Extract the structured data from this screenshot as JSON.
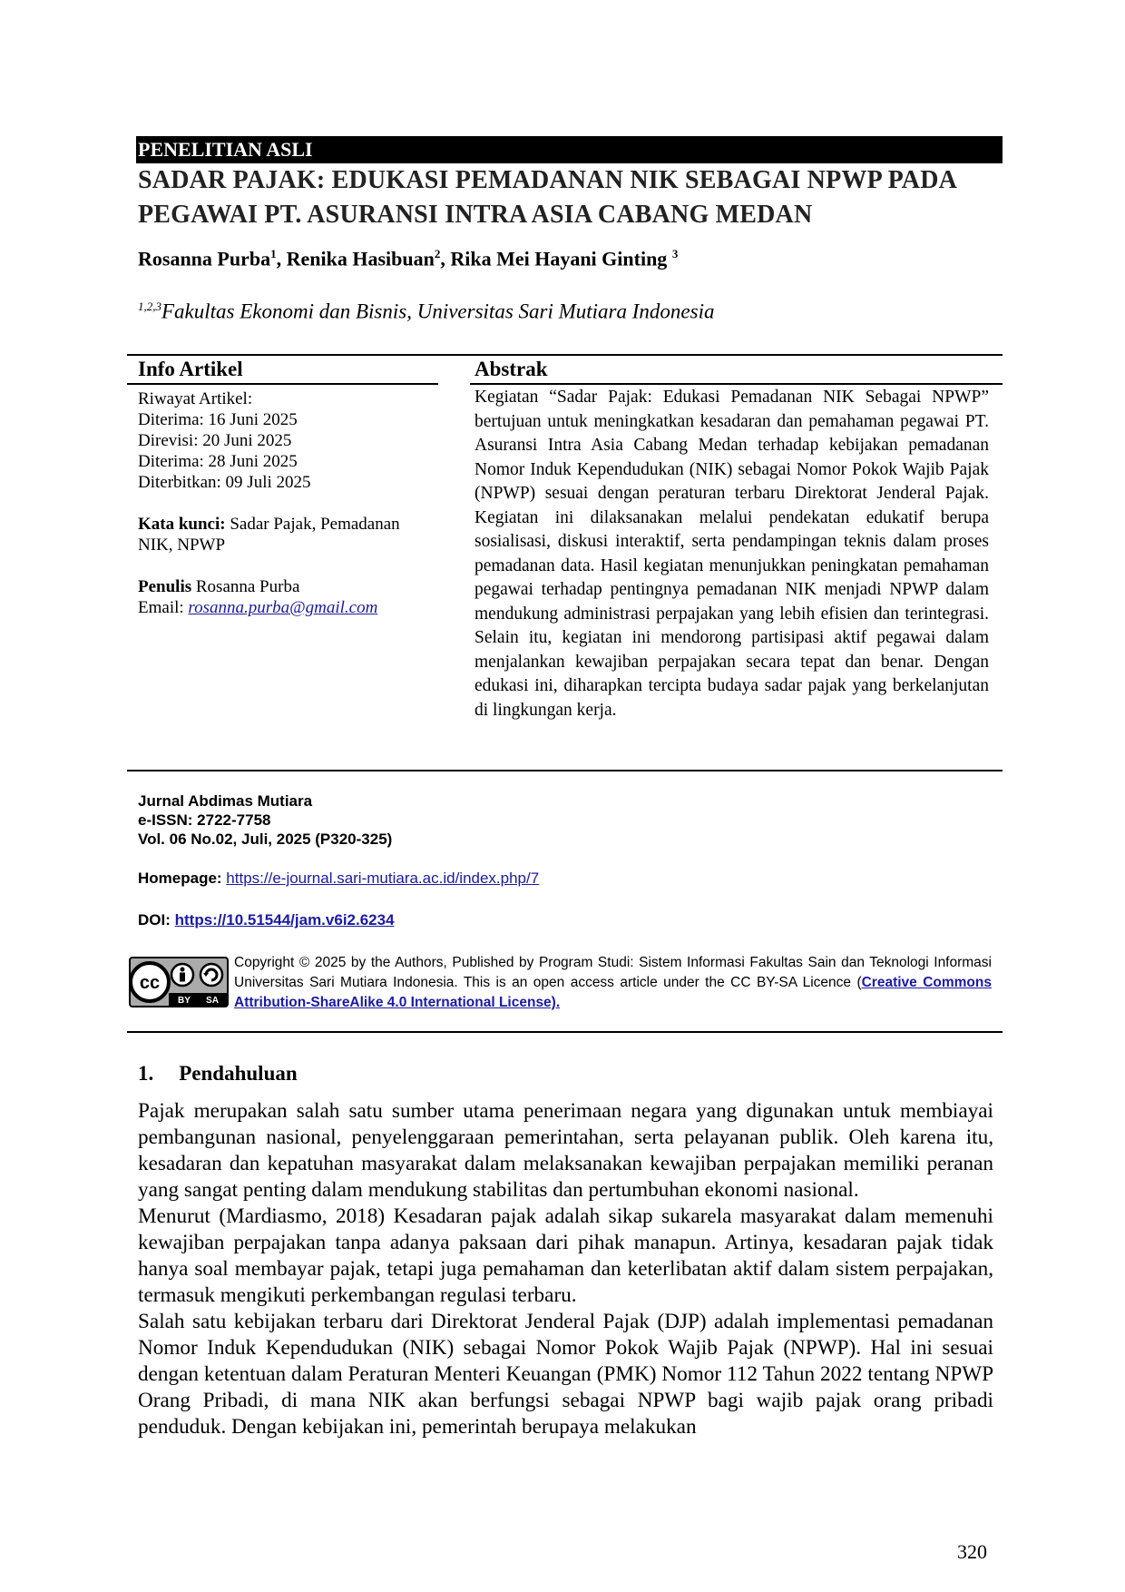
{
  "header": {
    "banner": "PENELITIAN ASLI",
    "title": "SADAR PAJAK: EDUKASI PEMADANAN NIK SEBAGAI NPWP PADA PEGAWAI PT. ASURANSI INTRA ASIA CABANG MEDAN"
  },
  "authors": [
    {
      "name": "Rosanna Purba",
      "sup": "1",
      "sep": ", "
    },
    {
      "name": "Renika Hasibuan",
      "sup": "2",
      "sep": ", "
    },
    {
      "name": "Rika Mei Hayani Ginting ",
      "sup": "3",
      "sep": ""
    }
  ],
  "affiliation": {
    "sup": "1,2,3",
    "text": "Fakultas Ekonomi dan Bisnis, Universitas Sari Mutiara Indonesia"
  },
  "info": {
    "heading": "Info Artikel",
    "history_label": "Riwayat Artikel:",
    "dates": [
      "Diterima: 16 Juni 2025",
      "Direvisi: 20 Juni 2025",
      "Diterima: 28 Juni 2025",
      "Diterbitkan: 09 Juli 2025"
    ],
    "keywords_label": "Kata kunci:",
    "keywords": " Sadar Pajak, Pemadanan NIK, NPWP",
    "writer_label": "Penulis",
    "writer": " Rosanna Purba",
    "email_label": "Email: ",
    "email": "rosanna.purba@gmail.com"
  },
  "abstract": {
    "heading": "Abstrak",
    "text": "Kegiatan “Sadar Pajak: Edukasi Pemadanan NIK Sebagai NPWP” bertujuan untuk meningkatkan kesadaran dan pemahaman pegawai PT. Asuransi Intra Asia Cabang Medan terhadap kebijakan pemadanan Nomor Induk Kependudukan (NIK) sebagai Nomor Pokok Wajib Pajak (NPWP) sesuai dengan peraturan terbaru Direktorat Jenderal Pajak. Kegiatan ini dilaksanakan melalui pendekatan edukatif berupa sosialisasi, diskusi interaktif, serta pendampingan teknis dalam proses pemadanan data. Hasil kegiatan menunjukkan peningkatan pemahaman pegawai terhadap pentingnya pemadanan NIK menjadi NPWP dalam mendukung administrasi perpajakan yang lebih efisien dan terintegrasi. Selain itu, kegiatan ini mendorong partisipasi aktif pegawai dalam menjalankan kewajiban perpajakan secara tepat dan benar. Dengan edukasi ini, diharapkan tercipta budaya sadar pajak yang berkelanjutan di lingkungan kerja."
  },
  "journal": {
    "name": "Jurnal Abdimas Mutiara",
    "issn": "e-ISSN: 2722-7758",
    "volume": "Vol. 06 No.02,  Juli, 2025 (P320-325)",
    "homepage_label": "Homepage: ",
    "homepage": "https://e-journal.sari-mutiara.ac.id/index.php/7",
    "doi_label": "DOI: ",
    "doi": "https://10.51544/jam.v6i2.6234"
  },
  "license": {
    "badge_text": [
      "BY",
      "SA"
    ],
    "copyright": "Copyright © 2025 by the Authors, Published by Program Studi: Sistem Informasi Fakultas Sain dan Teknologi Informasi Universitas Sari Mutiara Indonesia. This is an open access article under the CC BY-SA Licence (",
    "link": "Creative Commons Attribution-ShareAlike 4.0 International License).",
    "tail": ""
  },
  "section": {
    "number": "1.",
    "title": "Pendahuluan",
    "paragraphs": [
      "Pajak merupakan salah satu sumber utama penerimaan negara yang digunakan untuk membiayai pembangunan nasional, penyelenggaraan pemerintahan, serta pelayanan publik. Oleh karena itu, kesadaran dan kepatuhan masyarakat dalam melaksanakan kewajiban perpajakan memiliki peranan yang sangat penting dalam mendukung stabilitas dan pertumbuhan ekonomi nasional.",
      "Menurut (Mardiasmo, 2018) Kesadaran pajak adalah sikap sukarela masyarakat dalam memenuhi kewajiban perpajakan tanpa adanya paksaan dari pihak manapun. Artinya, kesadaran pajak tidak hanya soal membayar pajak, tetapi juga pemahaman dan keterlibatan aktif dalam sistem perpajakan, termasuk mengikuti perkembangan regulasi terbaru.",
      "Salah satu kebijakan terbaru dari Direktorat Jenderal Pajak (DJP) adalah implementasi pemadanan Nomor Induk Kependudukan (NIK) sebagai Nomor Pokok Wajib Pajak (NPWP). Hal ini sesuai dengan ketentuan dalam Peraturan Menteri Keuangan (PMK) Nomor 112 Tahun 2022 tentang NPWP Orang Pribadi, di mana NIK akan berfungsi sebagai NPWP bagi wajib pajak orang pribadi penduduk. Dengan kebijakan ini, pemerintah berupaya melakukan"
    ]
  },
  "page_number": "320"
}
